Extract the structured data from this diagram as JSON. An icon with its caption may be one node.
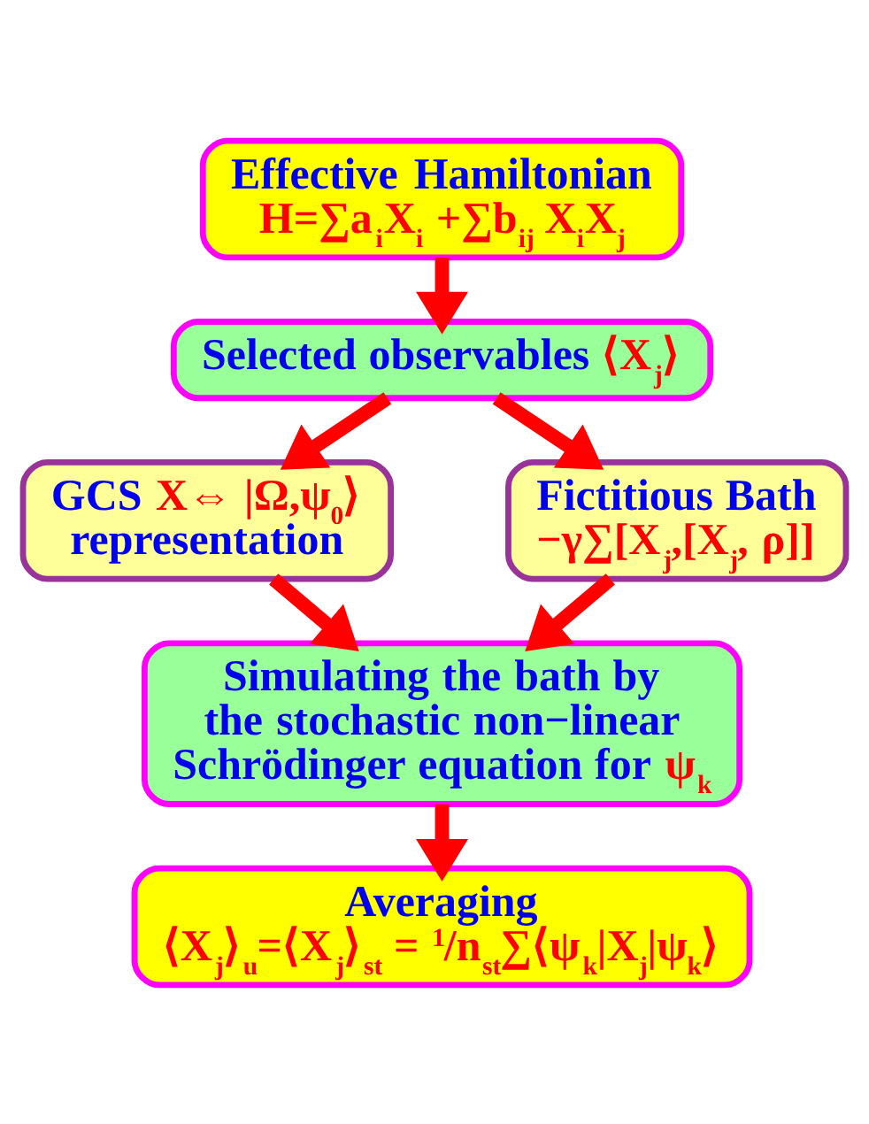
{
  "diagram": {
    "nodes": [
      {
        "text": [
          "Effective Hamiltonian",
          "H=∑a$_{i}$X$_{i}$ +∑b$_{ij}$ X$_{i}$X$_{j}$"
        ]
      },
      {
        "text": [
          "Selected observables ⟨X$_{j}$⟩"
        ]
      },
      {
        "text": [
          "GCS X⇔ |Ω,ψ$_{0}$⟩ representation"
        ]
      },
      {
        "text": [
          "Fictitious Bath",
          "−γ∑[X$_{j}$,[X$_{j}$, ρ]]"
        ]
      },
      {
        "text": [
          "Simulating the bath by the stochastic non−linear Schrödinger equation for ψ$_{k}$"
        ]
      },
      {
        "text": [
          "Averaging",
          "⟨X$_{j}$⟩$_{u}$=⟨X$_{j}$⟩$_{st}$ = $^{1}$/n$_{st}$∑⟨ψ$_{k}$|X$_{j}$|ψ$_{k}$⟩"
        ]
      }
    ],
    "edges": [
      {
        "from": 0,
        "to": 1,
        "arrow": "to"
      },
      {
        "from": 1,
        "to": 2,
        "arrow": "to"
      },
      {
        "from": 1,
        "to": 3,
        "arrow": "to"
      },
      {
        "from": 2,
        "to": 4,
        "arrow": "to"
      },
      {
        "from": 3,
        "to": 4,
        "arrow": "to"
      },
      {
        "from": 4,
        "to": 5,
        "arrow": "to"
      }
    ]
  }
}
